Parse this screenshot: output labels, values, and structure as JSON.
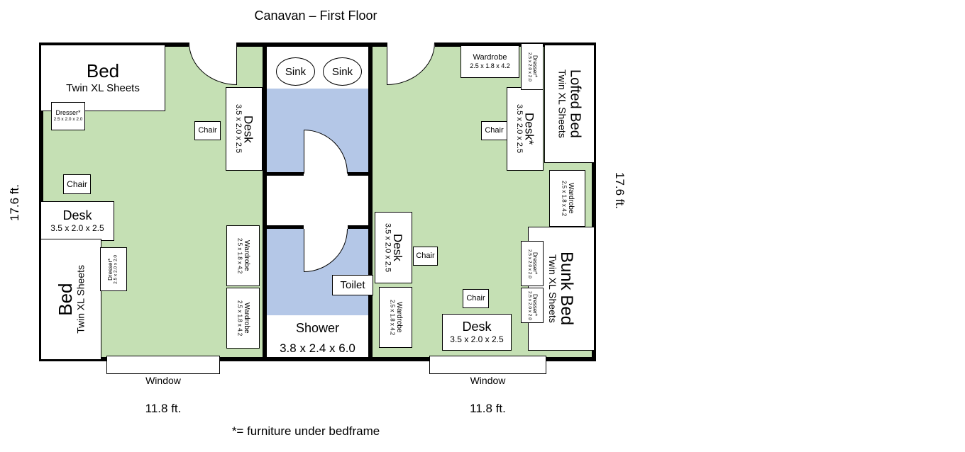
{
  "title": "Canavan – First Floor",
  "footnote": "*= furniture under bedframe",
  "dims": {
    "height_left": "17.6 ft.",
    "height_right": "17.6 ft.",
    "width_left": "11.8 ft.",
    "width_right": "11.8 ft."
  },
  "colors": {
    "room_fill": "#c5e0b4",
    "wet_fill": "#b4c7e7",
    "wall": "#000000"
  },
  "left_room": {
    "bed_top": {
      "name": "Bed",
      "detail": "Twin XL Sheets"
    },
    "dresser_top": {
      "name": "Dresser*",
      "detail": "2.5 x 2.0 x 2.0"
    },
    "chair_top": {
      "name": "Chair"
    },
    "desk_wall": {
      "name": "Desk",
      "detail": "3.5 x 2.0 x 2.5"
    },
    "chair_mid": {
      "name": "Chair"
    },
    "desk_low": {
      "name": "Desk",
      "detail": "3.5 x 2.0 x 2.5"
    },
    "bed_bottom": {
      "name": "Bed",
      "detail": "Twin XL Sheets"
    },
    "dresser_bottom": {
      "name": "Dresser*",
      "detail": "2.5 x 2.0 x 2.0"
    },
    "wardrobe_upper": {
      "name": "Wardrobe",
      "detail": "2.5 x 1.8 x 4.2"
    },
    "wardrobe_lower": {
      "name": "Wardrobe",
      "detail": "2.5 x 1.8 x 4.2"
    },
    "window": {
      "name": "Window"
    }
  },
  "bathroom": {
    "sink_left": {
      "name": "Sink"
    },
    "sink_right": {
      "name": "Sink"
    },
    "toilet": {
      "name": "Toilet"
    },
    "shower": {
      "name": "Shower",
      "detail": "3.8 x 2.4 x 6.0"
    }
  },
  "right_room": {
    "wardrobe_top": {
      "name": "Wardrobe",
      "detail": "2.5 x 1.8 x 4.2"
    },
    "dresser_top": {
      "name": "Dresser*",
      "detail": "2.5 x 2.0 x 2.0"
    },
    "lofted_bed": {
      "name": "Lofted Bed",
      "detail": "Twin XL Sheets"
    },
    "chair_top": {
      "name": "Chair"
    },
    "desk_top": {
      "name": "Desk*",
      "detail": "3.5 x 2.0 x 2.5"
    },
    "wardrobe_right": {
      "name": "Wardrobe",
      "detail": "2.5 x 1.8 x 4.2"
    },
    "bunk_bed": {
      "name": "Bunk Bed",
      "detail": "Twin XL Sheets"
    },
    "desk_left": {
      "name": "Desk",
      "detail": "3.5 x 2.0 x 2.5"
    },
    "chair_mid": {
      "name": "Chair"
    },
    "wardrobe_left": {
      "name": "Wardrobe",
      "detail": "2.5 x 1.8 x 4.2"
    },
    "dresser_mid": {
      "name": "Dresser*",
      "detail": "2.5 x 2.0 x 2.0"
    },
    "chair_low": {
      "name": "Chair"
    },
    "dresser_low": {
      "name": "Dresser*",
      "detail": "2.5 x 2.0 x 2.0"
    },
    "desk_bottom": {
      "name": "Desk",
      "detail": "3.5 x 2.0 x 2.5"
    },
    "window": {
      "name": "Window"
    }
  }
}
